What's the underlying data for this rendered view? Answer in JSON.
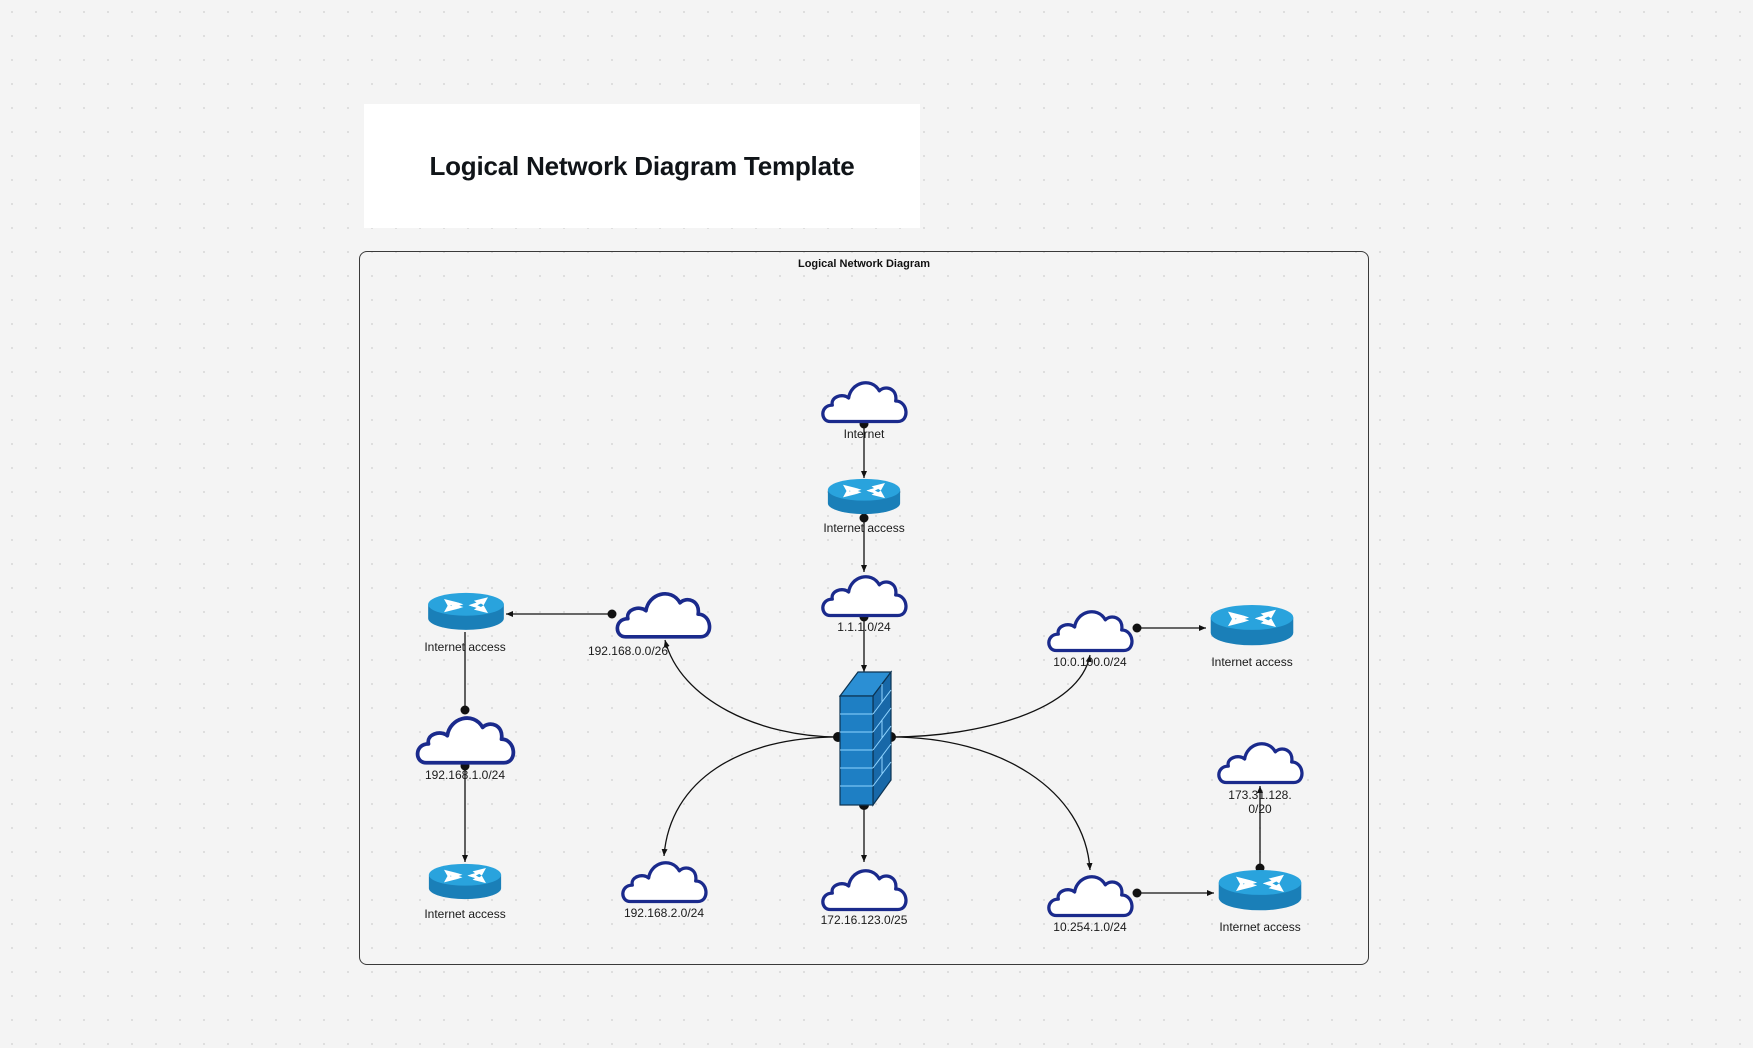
{
  "title_card": {
    "title": "Logical Network Diagram Template"
  },
  "frame": {
    "title": "Logical Network Diagram"
  },
  "colors": {
    "cloud_stroke": "#1a2a8c",
    "router_top": "#29a3dd",
    "router_side": "#1a7fb8",
    "firewall": "#1e7fc4",
    "edge": "#111111"
  },
  "nodes": {
    "internet": {
      "type": "cloud",
      "label": "Internet"
    },
    "router_top": {
      "type": "router",
      "label": "Internet access"
    },
    "net_1_1_1": {
      "type": "cloud",
      "label": "1.1.1.0/24"
    },
    "firewall": {
      "type": "firewall",
      "label": ""
    },
    "net_192_168_0": {
      "type": "cloud",
      "label": "192.168.0.0/26"
    },
    "router_left_top": {
      "type": "router",
      "label": "Internet access"
    },
    "net_192_168_1": {
      "type": "cloud",
      "label": "192.168.1.0/24"
    },
    "router_left_bottom": {
      "type": "router",
      "label": "Internet access"
    },
    "net_192_168_2": {
      "type": "cloud",
      "label": "192.168.2.0/24"
    },
    "net_172_16_123": {
      "type": "cloud",
      "label": "172.16.123.0/25"
    },
    "net_10_0_100": {
      "type": "cloud",
      "label": "10.0.100.0/24"
    },
    "router_right_top": {
      "type": "router",
      "label": "Internet access"
    },
    "net_10_254_1": {
      "type": "cloud",
      "label": "10.254.1.0/24"
    },
    "router_right_bottom": {
      "type": "router",
      "label": "Internet access"
    },
    "net_173_31_128": {
      "type": "cloud",
      "label_line1": "173.31.128.",
      "label_line2": "0/20"
    }
  },
  "edges": [
    {
      "from": "internet",
      "to": "router_top"
    },
    {
      "from": "router_top",
      "to": "net_1_1_1"
    },
    {
      "from": "net_1_1_1",
      "to": "firewall"
    },
    {
      "from": "firewall",
      "to": "net_192_168_0"
    },
    {
      "from": "net_192_168_0",
      "to": "router_left_top"
    },
    {
      "from": "router_left_top",
      "to": "net_192_168_1"
    },
    {
      "from": "net_192_168_1",
      "to": "router_left_bottom"
    },
    {
      "from": "firewall",
      "to": "net_192_168_2"
    },
    {
      "from": "firewall",
      "to": "net_172_16_123"
    },
    {
      "from": "firewall",
      "to": "net_10_0_100"
    },
    {
      "from": "net_10_0_100",
      "to": "router_right_top"
    },
    {
      "from": "firewall",
      "to": "net_10_254_1"
    },
    {
      "from": "net_10_254_1",
      "to": "router_right_bottom"
    },
    {
      "from": "router_right_bottom",
      "to": "net_173_31_128"
    }
  ]
}
